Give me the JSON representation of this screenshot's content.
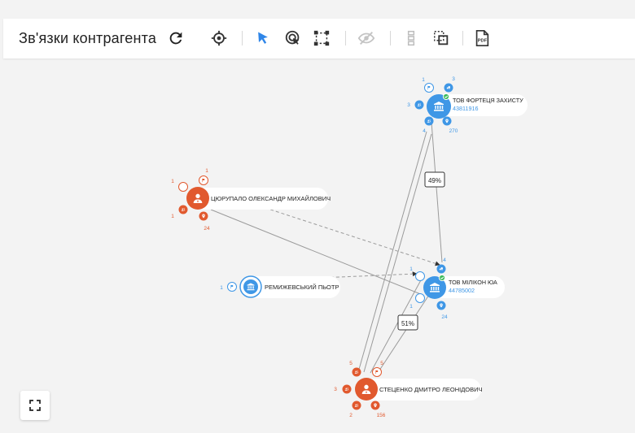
{
  "toolbar": {
    "title": "Зв'язки контрагента",
    "buttons": [
      "refresh-icon",
      "target-icon",
      "cursor-icon",
      "focus-cursor-icon",
      "select-area-icon",
      "hide-icon",
      "columns-icon",
      "group-select-icon",
      "pdf-icon"
    ],
    "pdf_label": "PDF"
  },
  "colors": {
    "blue": "#3f97e6",
    "orange": "#e1592e",
    "edge": "#9b9b9b",
    "green": "#3dbb5b"
  },
  "graph": {
    "nodes": {
      "fortress": {
        "name": "ТОВ ФОРТЕЦЯ ЗАХИСТУ",
        "code": "43811916",
        "counts": {
          "flag": "1",
          "share": "3",
          "person": "3",
          "group": "4",
          "location": "270"
        }
      },
      "tsyurupalo": {
        "name": "ЦЮРУПАЛО ОЛЕКСАНДР МИХАЙЛОВИЧ",
        "counts": {
          "person_top": "1",
          "flag": "1",
          "group": "1",
          "location": "24"
        }
      },
      "remyzhevskyi": {
        "name": "РЕМИЖЕВСЬКИЙ ПЬОТР",
        "counts": {
          "flag": "1"
        }
      },
      "milikon": {
        "name": "ТОВ МІЛІКОН ЮА",
        "code": "44785002",
        "counts": {
          "person": "1",
          "share": "4",
          "group": "1",
          "location": "24"
        }
      },
      "stetsenko": {
        "name": "СТЕЦЕНКО ДМИТРО ЛЕОНІДОВИЧ",
        "counts": {
          "person": "5",
          "flag": "5",
          "group_left": "3",
          "group": "2",
          "location": "156"
        }
      }
    },
    "edge_labels": {
      "fortress_milikon": "49%",
      "stetsenko_milikon": "51%"
    }
  }
}
